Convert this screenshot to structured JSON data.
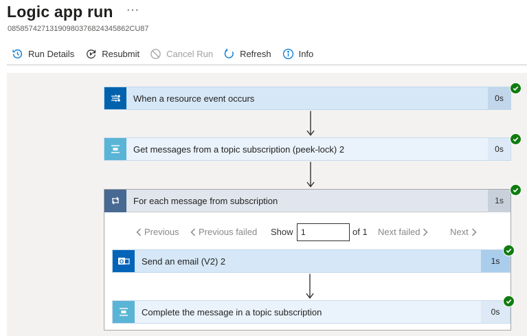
{
  "header": {
    "title": "Logic app run",
    "more": "···",
    "run_id": "08585742713190980376824345862CU87"
  },
  "toolbar": {
    "run_details": "Run Details",
    "resubmit": "Resubmit",
    "cancel_run": "Cancel Run",
    "refresh": "Refresh",
    "info": "Info"
  },
  "steps": [
    {
      "label": "When a resource event occurs",
      "duration": "0s",
      "status": "succeeded"
    },
    {
      "label": "Get messages from a topic subscription (peek-lock) 2",
      "duration": "0s",
      "status": "succeeded"
    }
  ],
  "foreach": {
    "label": "For each message from subscription",
    "duration": "1s",
    "status": "succeeded",
    "pager": {
      "previous": "Previous",
      "previous_failed": "Previous failed",
      "show": "Show",
      "current": "1",
      "of": "of 1",
      "next_failed": "Next failed",
      "next": "Next"
    },
    "actions": [
      {
        "label": "Send an email (V2) 2",
        "duration": "1s",
        "status": "succeeded"
      },
      {
        "label": "Complete the message in a topic subscription",
        "duration": "0s",
        "status": "succeeded"
      }
    ]
  },
  "colors": {
    "accent": "#0078d4",
    "success": "#107c10",
    "event_grid": "#0062ad",
    "service_bus": "#5ab4d6",
    "foreach": "#486991",
    "outlook": "#0364b8"
  }
}
